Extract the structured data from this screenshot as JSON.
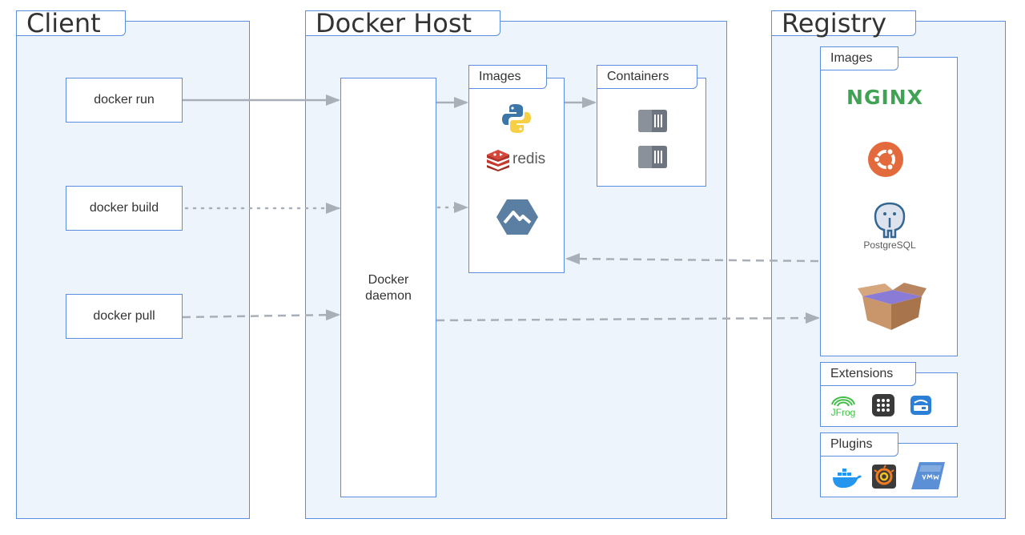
{
  "client": {
    "title": "Client",
    "commands": {
      "run": "docker run",
      "build": "docker build",
      "pull": "docker pull"
    }
  },
  "host": {
    "title": "Docker Host",
    "daemon": {
      "line1": "Docker",
      "line2": "daemon"
    },
    "images_title": "Images",
    "containers_title": "Containers",
    "redis_label": "redis"
  },
  "registry": {
    "title": "Registry",
    "images_title": "Images",
    "extensions_title": "Extensions",
    "plugins_title": "Plugins",
    "nginx_label": "NGINX",
    "postgres_label": "PostgreSQL",
    "jfrog_label": "JFrog"
  },
  "icons": {
    "host_images": [
      "python-icon",
      "redis-icon",
      "alpine-icon"
    ],
    "containers": [
      "container-icon",
      "container-icon"
    ],
    "registry_images": [
      "nginx-icon",
      "ubuntu-icon",
      "postgresql-icon",
      "box-icon"
    ],
    "extensions": [
      "jfrog-icon",
      "grid-app-icon",
      "storage-icon"
    ],
    "plugins": [
      "docker-whale-icon",
      "grafana-icon",
      "vmware-icon"
    ]
  },
  "colors": {
    "panel_border": "#5b8ee0",
    "panel_fill": "#eef4fc",
    "arrow": "#a9afb8",
    "nginx": "#40a354",
    "ubuntu": "#e36a3c",
    "alpine": "#5b7fa3",
    "redis": "#c7392f"
  }
}
